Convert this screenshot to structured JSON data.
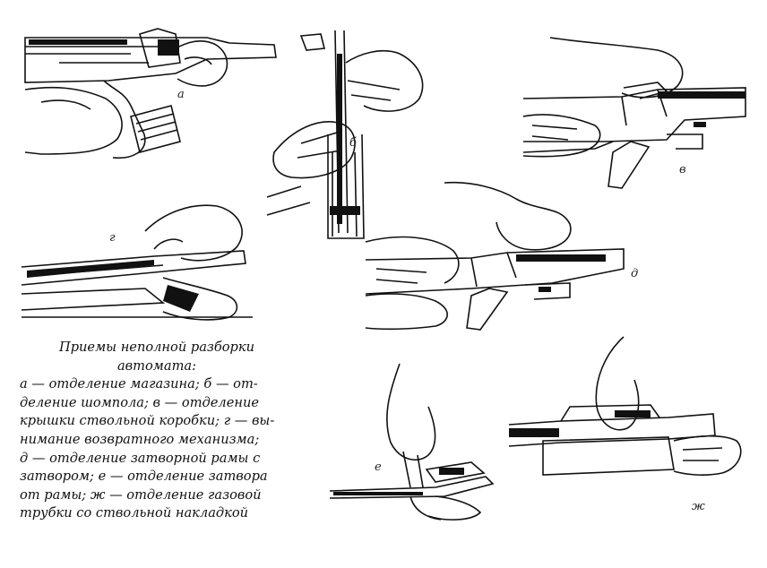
{
  "caption": {
    "title_lines": [
      "Приемы неполной разборки",
      "автомата:"
    ],
    "body_lines": [
      "а — отделение магазина; б — от-",
      "деление шомпола; в — отделение",
      "крышки ствольной коробки; г — вы-",
      "нимание возвратного механизма;",
      "д — отделение затворной рамы с",
      "затвором; е — отделение затвора",
      "от рамы; ж — отделение газовой",
      "трубки со ствольной накладкой"
    ]
  },
  "panels": {
    "a": {
      "label": "а"
    },
    "b": {
      "label": "б"
    },
    "v": {
      "label": "в"
    },
    "g": {
      "label": "г"
    },
    "d": {
      "label": "д"
    },
    "e": {
      "label": "е"
    },
    "zh": {
      "label": "ж"
    }
  },
  "colors": {
    "ink": "#111111",
    "paper": "#ffffff"
  }
}
